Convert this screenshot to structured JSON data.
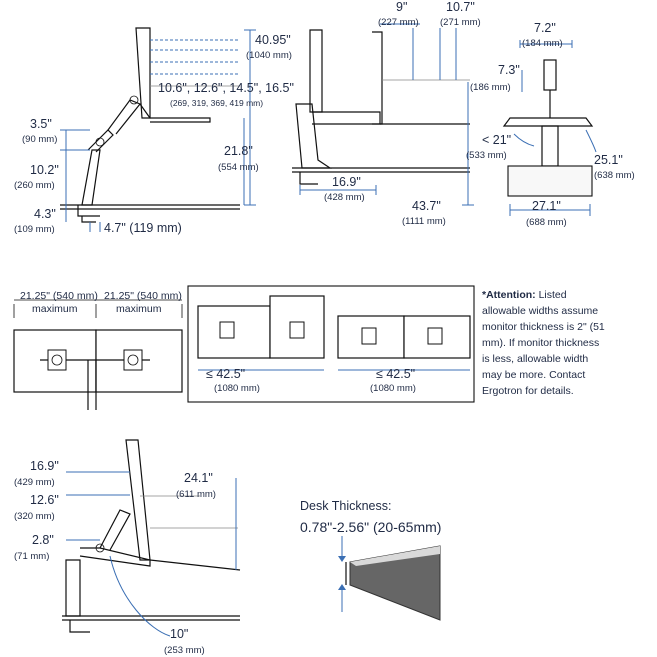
{
  "diagram": {
    "top_left": {
      "height_max": "40.95\"",
      "height_max_mm": "(1040 mm)",
      "offsets": "10.6\", 12.6\", 14.5\", 16.5\"",
      "offsets_mm": "(269, 319, 369, 419 mm)",
      "dim_a": "3.5\"",
      "dim_a_mm": "(90 mm)",
      "dim_b": "10.2\"",
      "dim_b_mm": "(260 mm)",
      "dim_c": "21.8\"",
      "dim_c_mm": "(554 mm)",
      "dim_d": "4.3\"",
      "dim_d_mm": "(109 mm)",
      "dim_e": "4.7\" (119 mm)"
    },
    "top_middle": {
      "dim_a": "9\"",
      "dim_a_mm": "(227 mm)",
      "dim_b": "10.7\"",
      "dim_b_mm": "(271 mm)",
      "dim_c": "16.9\"",
      "dim_c_mm": "(428 mm)",
      "dim_d": "43.7\"",
      "dim_d_mm": "(1111 mm)"
    },
    "top_right": {
      "dim_a": "7.2\"",
      "dim_a_mm": "(184 mm)",
      "dim_b": "7.3\"",
      "dim_b_mm": "(186 mm)",
      "dim_c": "< 21\"",
      "dim_c_mm": "(533 mm)",
      "dim_d": "25.1\"",
      "dim_d_mm": "(638 mm)",
      "dim_e": "27.1\"",
      "dim_e_mm": "(688 mm)"
    },
    "middle": {
      "width_left": "21.25\" (540 mm)",
      "width_right": "21.25\" (540 mm)",
      "max_left": "maximum",
      "max_right": "maximum",
      "allow_1": "≤ 42.5\"",
      "allow_1_mm": "(1080 mm)",
      "allow_2": "≤ 42.5\"",
      "allow_2_mm": "(1080 mm)",
      "note_bold": "*Attention:",
      "note_lines": [
        " Listed",
        "allowable widths assume",
        "monitor thickness is 2\" (51",
        "mm). If monitor thickness",
        "is less, allowable width",
        "may be more. Contact",
        "Ergotron for details."
      ]
    },
    "bottom_left": {
      "dim_a": "16.9\"",
      "dim_a_mm": "(429 mm)",
      "dim_b": "12.6\"",
      "dim_b_mm": "(320 mm)",
      "dim_c": "2.8\"",
      "dim_c_mm": "(71 mm)",
      "dim_d": "24.1\"",
      "dim_d_mm": "(611 mm)",
      "dim_e": "10\"",
      "dim_e_mm": "(253 mm)"
    },
    "desk": {
      "title": "Desk Thickness:",
      "range": "0.78\"-2.56\" (20-65mm)"
    }
  }
}
